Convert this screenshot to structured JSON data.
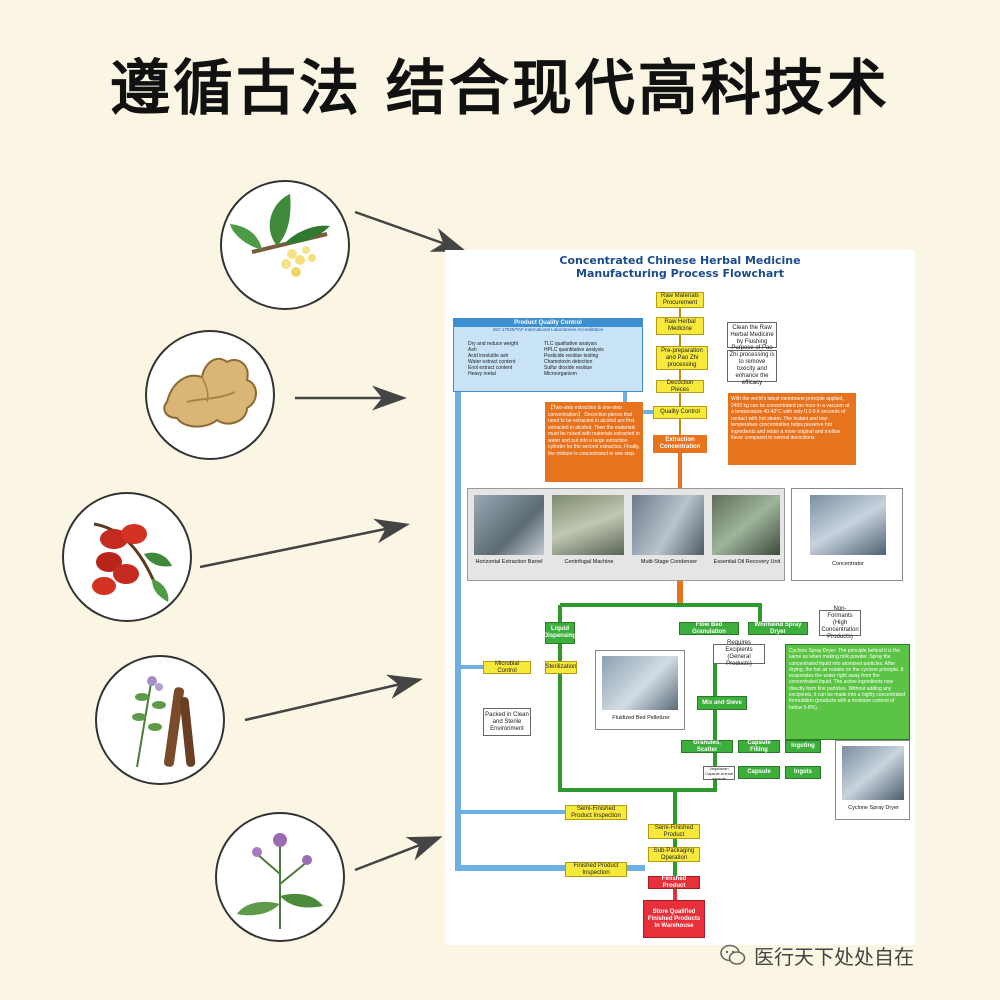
{
  "heading": "遵循古法 结合现代高科技术",
  "herbs": [
    {
      "icon": "osmanthus-branch-icon"
    },
    {
      "icon": "ginger-root-icon"
    },
    {
      "icon": "red-jujube-icon"
    },
    {
      "icon": "licorice-plant-icon"
    },
    {
      "icon": "thistle-flower-icon"
    }
  ],
  "colors": {
    "background": "#fbf6e4",
    "yellow": "#f7e83c",
    "green": "#3cae3c",
    "orange": "#e8731f",
    "blue": "#3b8fd2",
    "red": "#e8303a"
  },
  "flowchart": {
    "title_line1": "Concentrated Chinese Herbal Medicine",
    "title_line2": "Manufacturing Process Flowchart",
    "qc": {
      "title": "Product Quality Control",
      "subtitle": "ISO 17025/TAF International Laboratories Accreditation",
      "left_items": "Dry and reduce weight\nAsh\nAcid insoluble ash\nWater extract content\nEnol extract content\nHeavy metal",
      "right_items": "TLC qualitative analysis\nHPLC quantitative analysis\nPesticide residue testing\nChamotoxin detection\nSulfur dioxide residue\nMicroorganism"
    },
    "steps": {
      "raw_procurement": "Raw Materials Procurement",
      "raw_herbal": "Raw Herbal Medicine",
      "clean": "Clean the Raw Herbal Medicine by Flushing",
      "preparation": "Pre-preparation and Pao Zhi processing",
      "pao_zhi": "Purpose of Pao Zhi processing is to remove toxicity and enhance the efficacy",
      "decoction": "Decoction Pieces",
      "quality_control": "Quality Control",
      "extraction": "Extraction Concentration",
      "two_step": "【Two-step extraction & one-step concentration】 Decoction pieces that need to be extracted in alcohol are first extracted in alcohol. Then the materials must be mixed with materials extracted in water and put into a large extraction cylinder for the second extraction. Finally, the mixture is concentrated in one step.",
      "membrane": "With the world's latest membrane principle applied, 2400 kg can be concentrated per hour in a vacuum at a temperature 40-42°C with only 0.3-0.4 seconds of contact with hot steam. The instant and low-temperature concentration helps preserve hot ingredients and retain a more original and mellow flavor compared to normal decoctions.",
      "microbial": "Microbial Control",
      "liquid": "Liquid Dispensing",
      "sterilization": "Sterilization",
      "packed": "Packed in Clean and Sterile Environment",
      "flow_bed": "Flow Bed Granulation",
      "whirlwind": "Whirlwind Spray Dryer",
      "non_formants": "Non-Formants (High Concentration Products)",
      "excipients": "Requires Excipients (General Products)",
      "mix_sieve": "Mix and Sieve",
      "granules": "Granules, Scatter",
      "capsule_filling": "Capsule Filling",
      "ingoting": "Ingoting",
      "capsule_tiny": "Vegetarian Capsule Animal capsule",
      "capsule": "Capsule",
      "ingots": "Ingots",
      "semi_inspection": "Semi-Finished Product Inspection",
      "semi_product": "Semi-Finished Product",
      "sub_packaging": "Sub-Packaging Operation",
      "finished_inspection": "Finished Product Inspection",
      "finished_product": "Finished Product",
      "store": "Store Qualified Finished Products In Warehouse"
    },
    "cyclone_text": "Cyclone Spray Dryer: The principle behind it is the same as when making milk powder. Spray the concentrated liquid into atomized particles. After drying, the hot air rotates on the cyclone principle. It evaporates the water right away from the concentrated liquid. The active ingredients now directly form fine particles. Without adding any excipients, it can be made into a highly concentrated formulation (products with a moisture content of below 5-8%).",
    "photos": {
      "horizontal": "Horizontal Extraction Barrel",
      "centrifugal": "Centrifugal Machine",
      "multistage": "Multi-Stage Condenser",
      "essential": "Essential Oil Recovery Unit",
      "concentrator": "Concentrator",
      "pelletizer": "Fluidized Bed Pelletizer",
      "cyclone": "Cyclone Spray Dryer"
    }
  },
  "footer": "医行天下处处自在"
}
